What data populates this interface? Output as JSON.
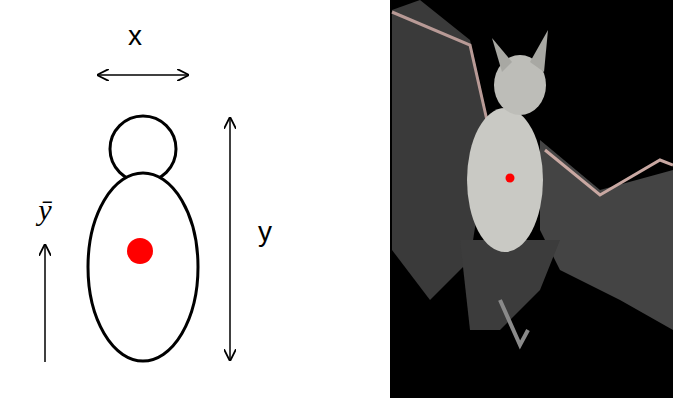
{
  "diagram": {
    "labels": [
      "x",
      "y",
      "ȳ"
    ]
  }
}
